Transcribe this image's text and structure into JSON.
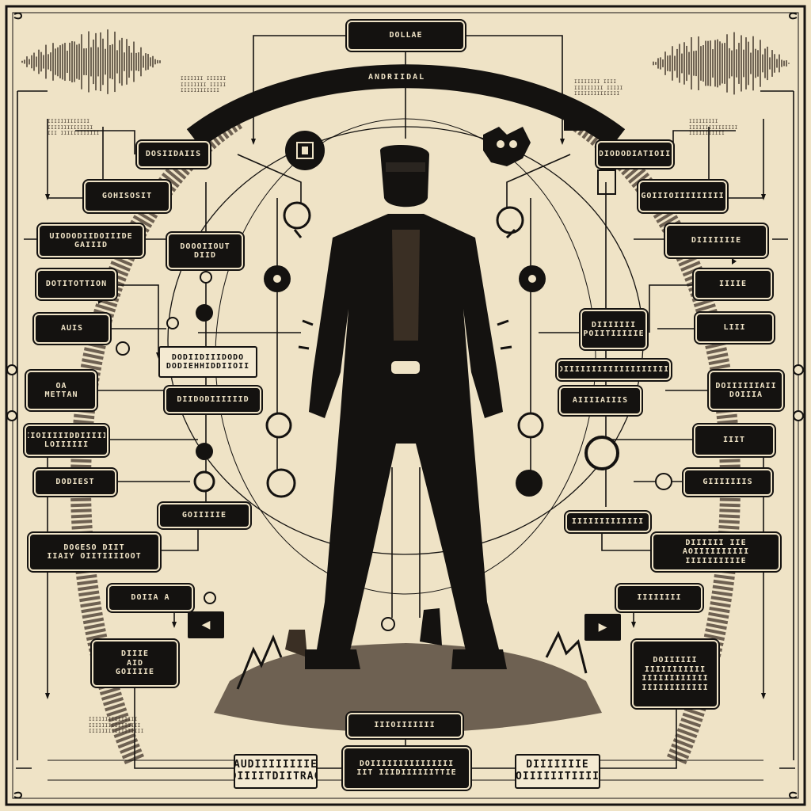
{
  "header": {
    "top_label": "DOLLAE",
    "arc_label": "ANDRIIDAL"
  },
  "left_boxes": [
    "DOSIIDAIIS",
    "GOHISOSIT",
    "UIODODIIDOIIIDE\nGAIIID",
    "DOTITOTTION",
    "AUIS",
    "OA\nMETTAN",
    "UIIOIIIIIDDIIIIIE\nLOIIIIII",
    "DODIEST",
    "DOGESO DIIT\nIIAIY OIITIIIIOOT",
    "DOIIA A",
    "DIIIE\nAID\nGOIIIIE"
  ],
  "center_left_boxes": [
    "DOOOIIOUT\nDIID",
    "DODIIDIIIDODO\nDODIEHHIDDIIOII",
    "DIIDODIIIIIID",
    "GOIIIIIE"
  ],
  "right_boxes": [
    "DIODODIATIOII",
    "GOIIIOIIIIIIIII",
    "DIIIIIIIE",
    "IIIIE",
    "LIII",
    "DOIIIIIIAII\nDOIIIA",
    "IIIT",
    "GIIIIIIIS",
    "DIIIIII IIE\nAOIIIIIIIIII IIIIIIIIIIE",
    "IIIIIIII",
    "DOIIIIII\nIIIIIIIIIII\nIIIIIIIIIIII\nIIIIIIIIIIII"
  ],
  "center_right_boxes": [
    "DIIIIIII\nPOIITIIIIIE",
    "DIIIIIIIIIIIIIIIIIII",
    "AIIIIAIIIS",
    "IIIIIIIIIIIII"
  ],
  "bottom": {
    "left_box": "AUDIIIIIIIIE\nSOIIIITDIITRACK",
    "center_top": "IIIOIIIIIII",
    "center_box": "DOIIIIIIIIIIIIIII\nIIT IIIDIIIIIITTIE",
    "right_box": "DIIIIIIIE\nSOIIIIIITIIIIK"
  },
  "play_icons": {
    "left": "◀",
    "right": "▶"
  },
  "small_notes": [
    "IIIIIII IIIIII\nIIIIIIII IIIII\nIIIIIIIIIIII",
    "IIIIIIIIIIIII\nIIIIIIIIIIIIII\nIII IIIIIIIIIIII",
    "IIIIIIII IIII\nIIIIIIIII IIIII\nIIIIIIIIIIIIII",
    "IIIIIIIII\nIIIIIIIIIIIIIII\nIIIIIIIIIII",
    "IIIIIIIIIIIIIII\nIIIIIIIIIIIIIIII\nIIIIIIIIIIIIIIIII"
  ],
  "colors": {
    "paper": "#efe3c6",
    "ink": "#141210",
    "shade": "#6e6152"
  },
  "icons": [
    "ornate-corner-icon",
    "sound-wave-icon",
    "skull-emblem-icon",
    "helmet-emblem-icon",
    "play-icon",
    "gear-node-icon"
  ]
}
